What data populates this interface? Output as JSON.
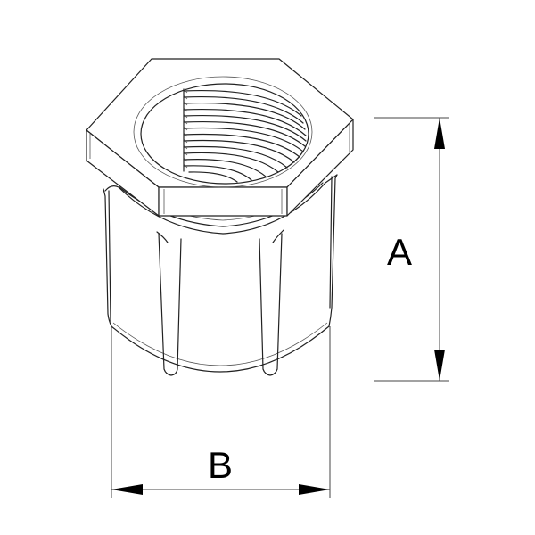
{
  "drawing": {
    "subject": "hex-reducing-bushing",
    "dimensions": {
      "A": {
        "label": "A",
        "orientation": "vertical"
      },
      "B": {
        "label": "B",
        "orientation": "horizontal"
      }
    },
    "colors": {
      "line": "#222222",
      "background": "#ffffff",
      "arrow": "#000000"
    }
  }
}
